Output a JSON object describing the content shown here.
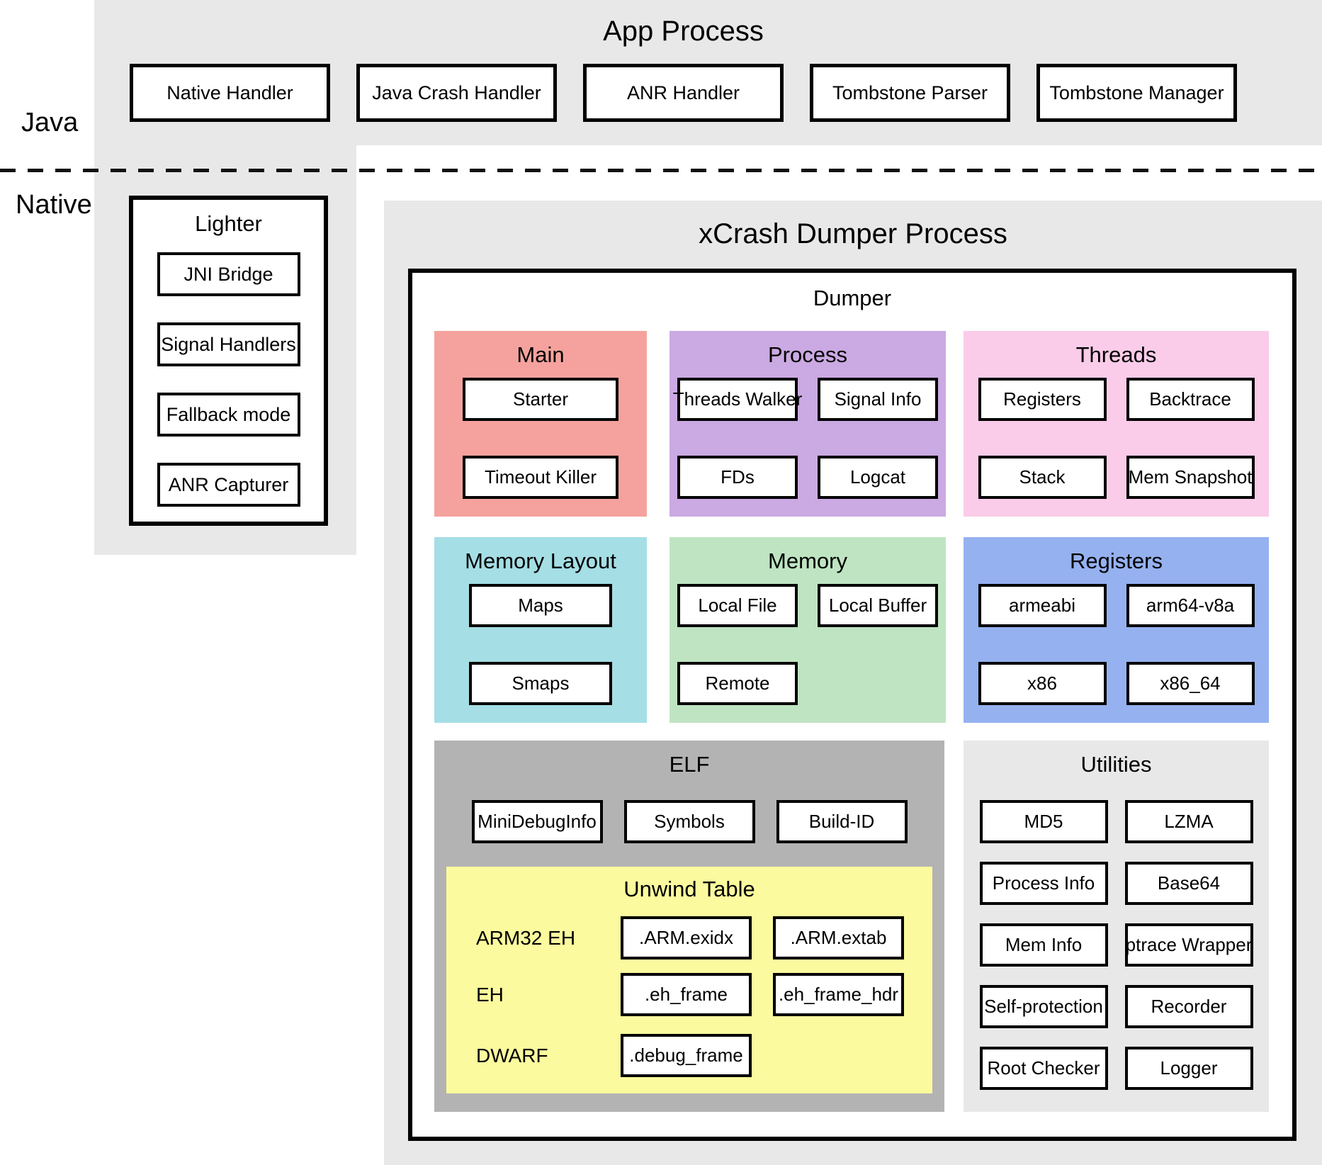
{
  "layers": {
    "java_label": "Java",
    "native_label": "Native"
  },
  "app_process": {
    "title": "App Process",
    "boxes": [
      "Native Handler",
      "Java Crash Handler",
      "ANR Handler",
      "Tombstone Parser",
      "Tombstone Manager"
    ]
  },
  "lighter": {
    "title": "Lighter",
    "boxes": [
      "JNI Bridge",
      "Signal Handlers",
      "Fallback mode",
      "ANR Capturer"
    ]
  },
  "dumper_process": {
    "title": "xCrash Dumper Process",
    "dumper_title": "Dumper"
  },
  "sections": {
    "main": {
      "title": "Main",
      "color": "#F5A29E",
      "boxes": [
        "Starter",
        "Timeout Killer"
      ]
    },
    "process": {
      "title": "Process",
      "color": "#CBA9E2",
      "boxes": [
        "Threads Walker",
        "Signal Info",
        "FDs",
        "Logcat"
      ]
    },
    "threads": {
      "title": "Threads",
      "color": "#FACCE9",
      "boxes": [
        "Registers",
        "Backtrace",
        "Stack",
        "Mem Snapshot"
      ]
    },
    "memory_layout": {
      "title": "Memory Layout",
      "color": "#A5DEE5",
      "boxes": [
        "Maps",
        "Smaps"
      ]
    },
    "memory": {
      "title": "Memory",
      "color": "#BFE4C2",
      "boxes": [
        "Local File",
        "Local Buffer",
        "Remote"
      ]
    },
    "registers": {
      "title": "Registers",
      "color": "#95B1F0",
      "boxes": [
        "armeabi",
        "arm64-v8a",
        "x86",
        "x86_64"
      ]
    },
    "elf": {
      "title": "ELF",
      "color": "#B3B3B3",
      "boxes": [
        "MiniDebugInfo",
        "Symbols",
        "Build-ID"
      ]
    },
    "unwind": {
      "title": "Unwind Table",
      "color": "#FBFA9E",
      "rows": [
        {
          "label": "ARM32 EH",
          "boxes": [
            ".ARM.exidx",
            ".ARM.extab"
          ]
        },
        {
          "label": "EH",
          "boxes": [
            ".eh_frame",
            ".eh_frame_hdr"
          ]
        },
        {
          "label": "DWARF",
          "boxes": [
            ".debug_frame"
          ]
        }
      ]
    },
    "utilities": {
      "title": "Utilities",
      "color": "#E8E8E8",
      "boxes": [
        "MD5",
        "LZMA",
        "Process Info",
        "Base64",
        "Mem Info",
        "ptrace Wrapper",
        "Self-protection",
        "Recorder",
        "Root Checker",
        "Logger"
      ]
    }
  },
  "palette": {
    "background_gray": "#E8E8E8",
    "line_black": "#000000"
  }
}
